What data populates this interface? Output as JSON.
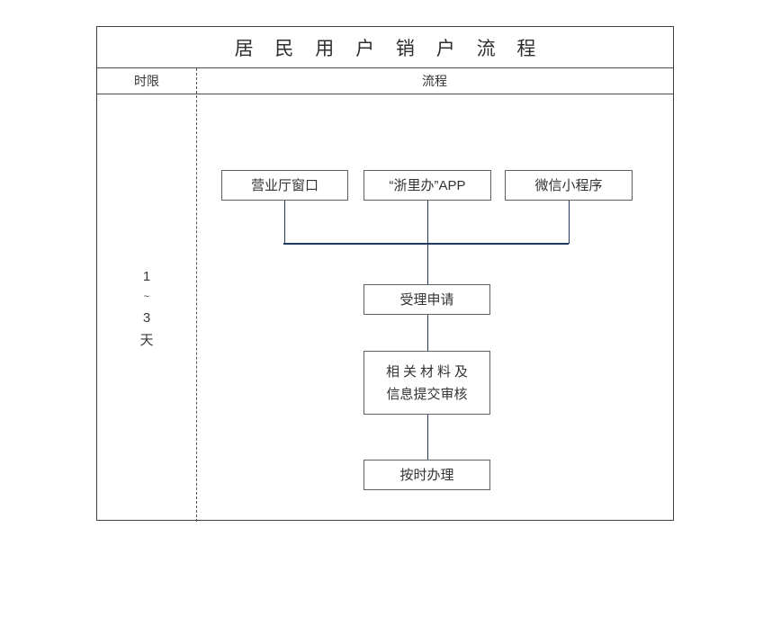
{
  "document": {
    "title": "居 民 用 户 销 户 流 程"
  },
  "table": {
    "headers": {
      "time_limit": "时限",
      "flow": "流程"
    }
  },
  "time_limit": {
    "lines": [
      "1",
      "~",
      "3",
      "天"
    ],
    "min_days": "1",
    "max_days": "3",
    "unit": "天"
  },
  "flow": {
    "channels": [
      {
        "id": "hall",
        "label": "营业厅窗口"
      },
      {
        "id": "app",
        "label": "“浙里办”APP"
      },
      {
        "id": "wechat",
        "label": "微信小程序"
      }
    ],
    "steps": [
      {
        "id": "accept",
        "label": "受理申请"
      },
      {
        "id": "materials",
        "line1": "相关材料及",
        "line2": "信息提交审核"
      },
      {
        "id": "handle",
        "label": "按时办理"
      }
    ]
  },
  "colors": {
    "connector": "#1f3a5f",
    "box_border": "#606060",
    "table_border": "#3f3f3f",
    "text": "#333333",
    "background": "#ffffff"
  }
}
